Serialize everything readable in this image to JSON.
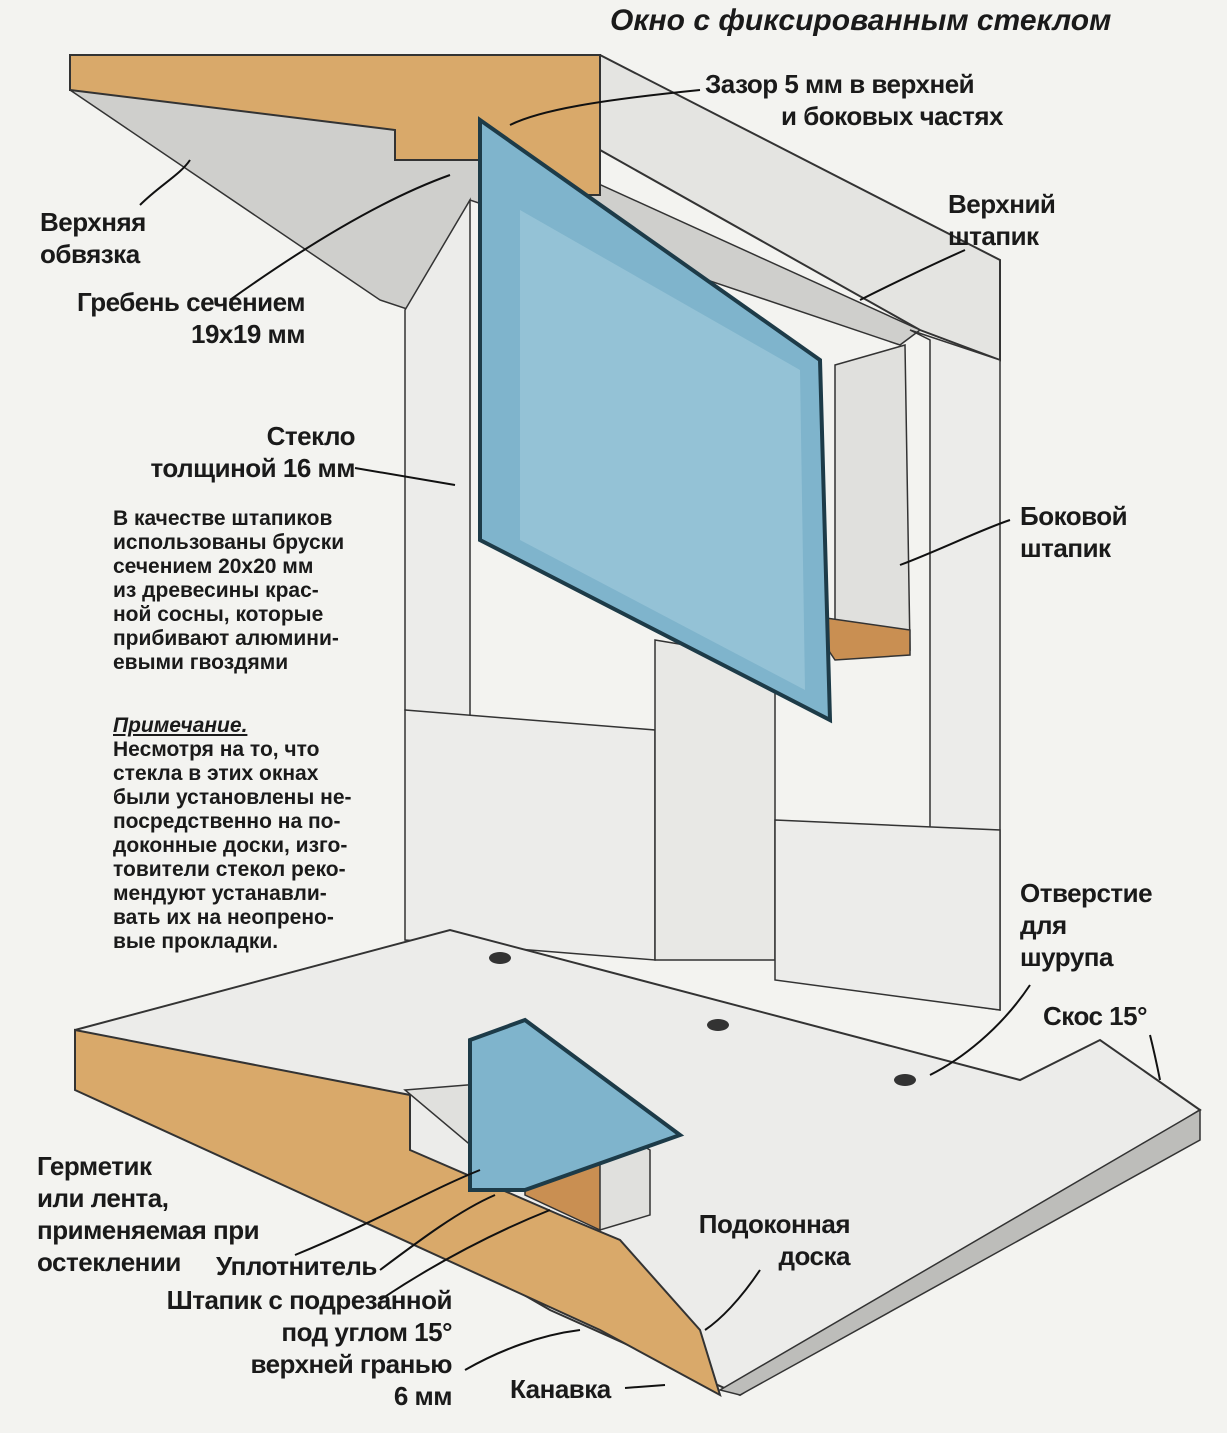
{
  "title": "Окно с фиксированным стеклом",
  "colors": {
    "wood": "#d9a96a",
    "glass": "#7fb4cc",
    "frame": "#e6e6e3",
    "background": "#f3f3f0"
  },
  "labels": {
    "gap": [
      "Зазор 5 мм в верхней",
      "и боковых частях"
    ],
    "top_rail": [
      "Верхняя",
      "обвязка"
    ],
    "ridge": [
      "Гребень сечением",
      "19x19 мм"
    ],
    "glass": [
      "Стекло",
      "толщиной 16 мм"
    ],
    "top_stop": [
      "Верхний",
      "штапик"
    ],
    "side_stop": [
      "Боковой",
      "штапик"
    ],
    "screw_hole": [
      "Отверстие",
      "для",
      "шурупа"
    ],
    "bevel": "Скос 15°",
    "sealant": [
      "Герметик",
      "или лента,",
      "применяемая при",
      "остеклении"
    ],
    "seal": "Уплотнитель",
    "bevel_stop": [
      "Штапик с подрезанной",
      "под углом 15°",
      "верхней гранью",
      "6 мм"
    ],
    "sill": [
      "Подоконная",
      "доска"
    ],
    "groove": "Канавка"
  },
  "text_block": [
    "В качестве штапиков",
    "использованы бруски",
    "сечением 20x20 мм",
    "из древесины крас-",
    "ной сосны, которые",
    "прибивают алюмини-",
    "евыми гвоздями"
  ],
  "note": {
    "heading": "Примечание.",
    "lines": [
      "Несмотря на то, что",
      "стекла в этих окнах",
      "были установлены не-",
      "посредственно на по-",
      "доконные доски, изго-",
      "товители стекол реко-",
      "мендуют устанавли-",
      "вать их на неопрено-",
      "вые прокладки."
    ]
  }
}
